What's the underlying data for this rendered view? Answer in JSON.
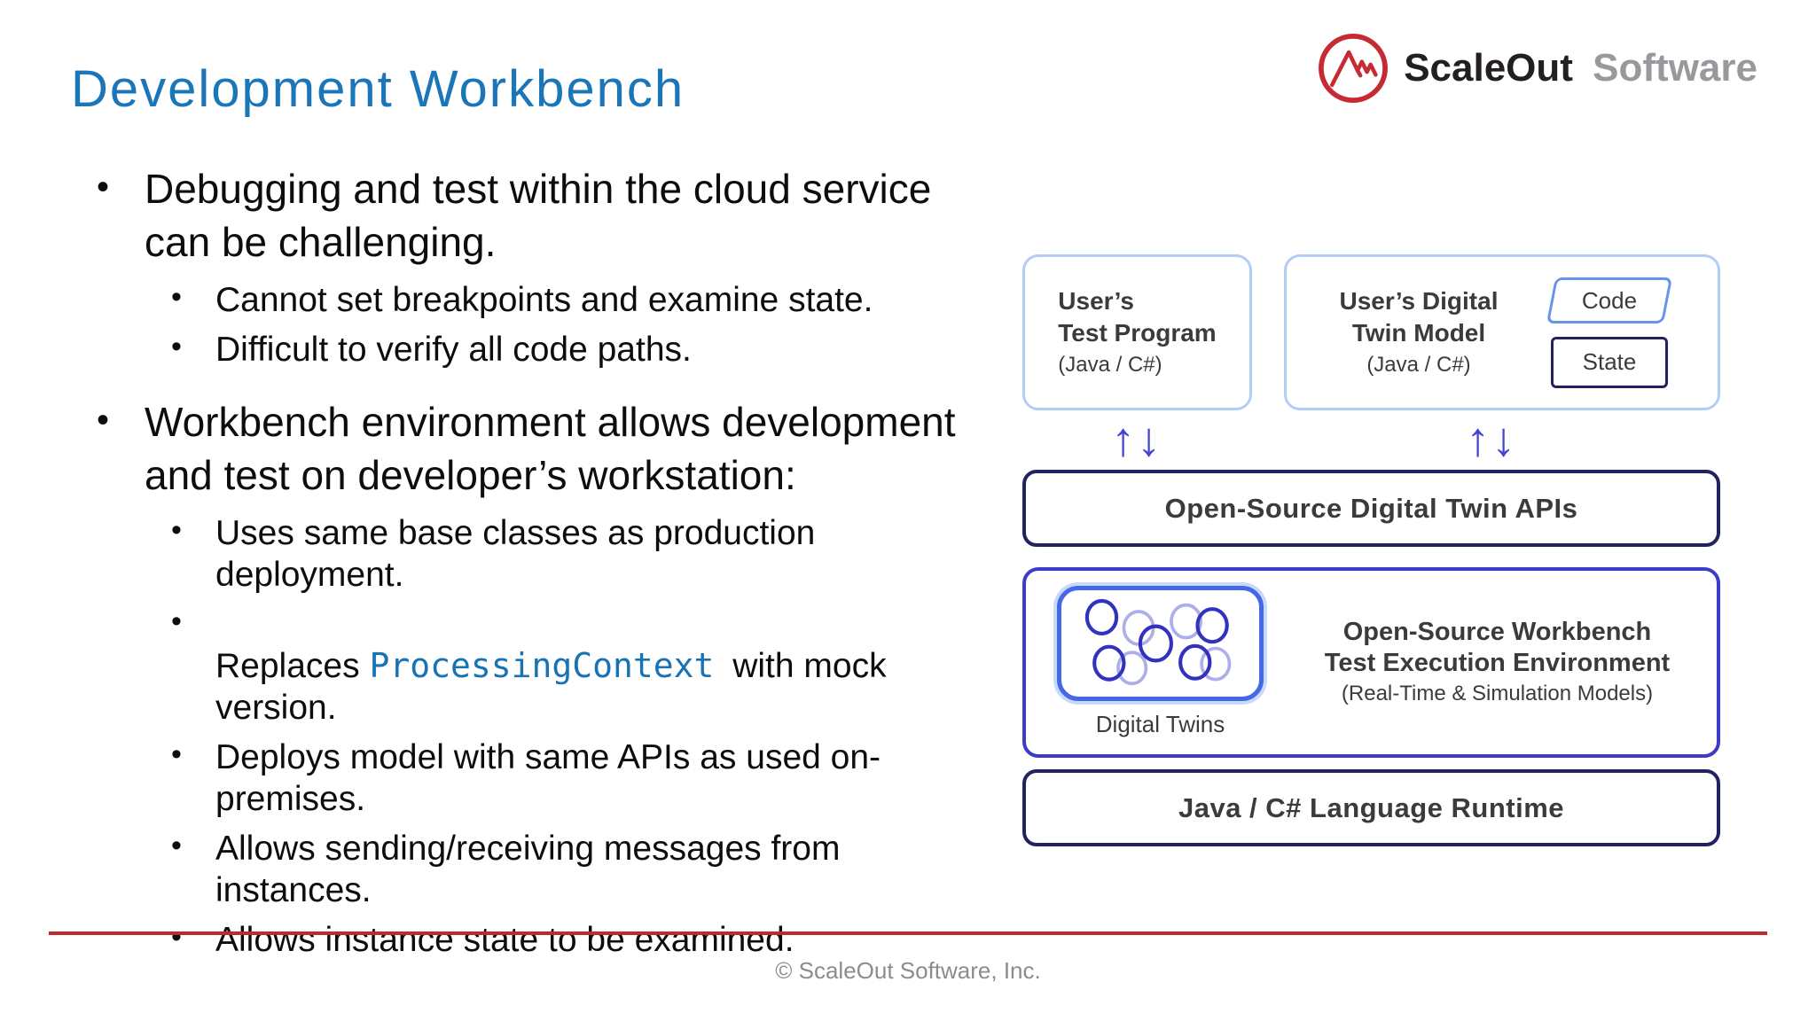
{
  "page": {
    "title": "Development Workbench",
    "footer_text": "© ScaleOut Software, Inc."
  },
  "logo": {
    "icon": "mountain-in-circle-logo-icon",
    "brand_primary": "ScaleOut",
    "brand_secondary": "Software"
  },
  "content": {
    "bullet1": {
      "text": "Debugging and test within the cloud service\ncan be challenging.",
      "sub1": "Cannot set breakpoints and examine state.",
      "sub2": "Difficult to verify all code paths."
    },
    "bullet2": {
      "text": "Workbench environment allows development\nand test on developer’s workstation:",
      "sub1": "Uses same base classes as production\ndeployment.",
      "sub2_pre": "Replaces ",
      "sub2_code": "ProcessingContext",
      "sub2_post": " with mock\nversion.",
      "sub3": "Deploys model with same APIs as used on-\npremises.",
      "sub4": "Allows sending/receiving messages from\ninstances.",
      "sub5": "Allows instance state to be examined."
    }
  },
  "diagram": {
    "box_test_program": {
      "line1": "User’s",
      "line2": "Test Program",
      "sub": "(Java / C#)"
    },
    "box_twin_model": {
      "line1": "User’s Digital",
      "line2": "Twin Model",
      "sub": "(Java / C#)"
    },
    "code_label": "Code",
    "state_label": "State",
    "arrows_glyph": "↑↓",
    "api_box_label": "Open-Source Digital Twin APIs",
    "workbench_line1": "Open-Source Workbench",
    "workbench_line2": "Test Execution Environment",
    "workbench_line3": "(Real-Time & Simulation Models)",
    "digital_twins_label": "Digital Twins",
    "runtime_box_label": "Java / C# Language Runtime"
  },
  "colors": {
    "title_blue": "#1B76B9",
    "code_text_blue": "#1873B5",
    "logo_red": "#C62A32",
    "brand_dark": "#231F20",
    "brand_gray": "#97999C",
    "light_blue_border": "#B3CCF8",
    "code_border_blue": "#6792F0",
    "navy_border": "#232260",
    "workbench_border": "#3C3CC8",
    "inner_box_border": "#4468E6",
    "arrow_blue": "#4343D4",
    "dark_circle": "#3232BE",
    "light_circle": "#AEAEEA",
    "divider_red": "#BE2A30",
    "footer_gray": "#8C8C8C",
    "diagram_text": "#3B3B3B"
  }
}
